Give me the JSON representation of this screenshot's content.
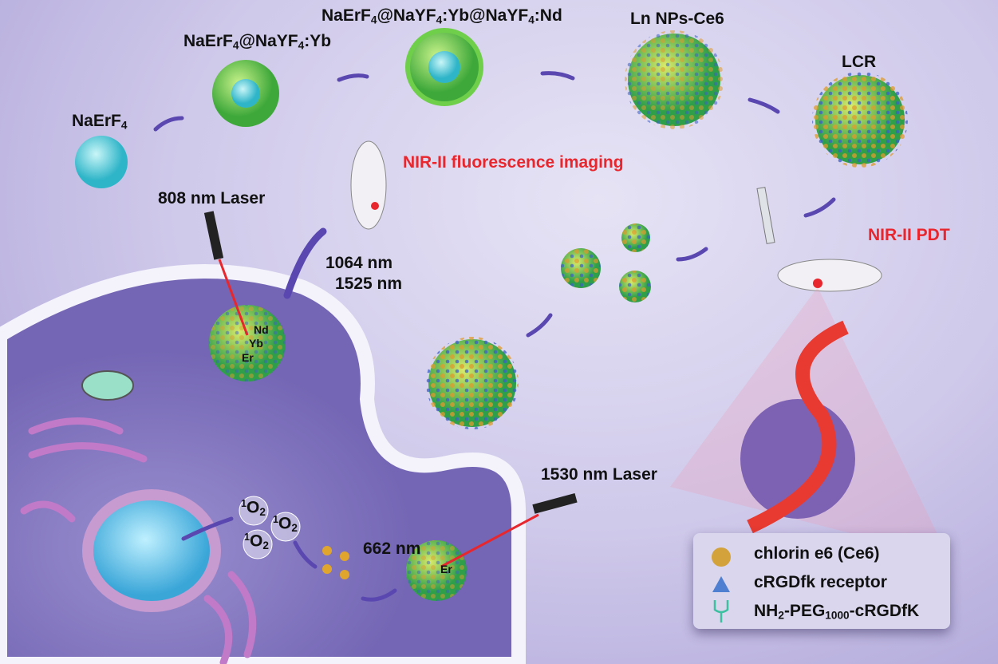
{
  "labels": {
    "naerf4": {
      "main": "NaErF",
      "sub": "4"
    },
    "core_shell_yb": {
      "p1": "NaErF",
      "s1": "4",
      "p2": "@NaYF",
      "s2": "4",
      "p3": ":Yb"
    },
    "core_shell_nd": {
      "p1": "NaErF",
      "s1": "4",
      "p2": "@NaYF",
      "s2": "4",
      "p3": ":Yb@NaYF",
      "s3": "4",
      "p4": ":Nd"
    },
    "ln_nps_ce6": "Ln NPs-Ce6",
    "lcr": "LCR",
    "nir_imaging": "NIR-II fluorescence imaging",
    "nir_pdt": "NIR-II PDT",
    "laser_808": "808 nm Laser",
    "laser_1530": "1530 nm Laser",
    "em_1064": "1064 nm",
    "em_1525": "1525 nm",
    "em_662": "662 nm",
    "singlet_oxygen": {
      "sup": "1",
      "main": "O",
      "sub": "2"
    },
    "particle_layers": [
      "Nd",
      "Yb",
      "Er"
    ],
    "particle_er": "Er"
  },
  "legend": {
    "items": [
      {
        "label": "chlorin e6 (Ce6)",
        "icon": "gold-sphere",
        "color": "#d4a23a"
      },
      {
        "label": "cRGDfk receptor",
        "icon": "blue-triangle",
        "color": "#4f7fd0"
      },
      {
        "label_parts": {
          "p1": "NH",
          "s1": "2",
          "p2": "-PEG",
          "s2": "1000",
          "p3": "-cRGDfK"
        },
        "icon": "y-shaped-ligand",
        "color": "#3cc0a0"
      }
    ]
  },
  "colors": {
    "accent_red": "#e8262d",
    "cell": "#8577c0",
    "arrow": "#6a58b8"
  }
}
